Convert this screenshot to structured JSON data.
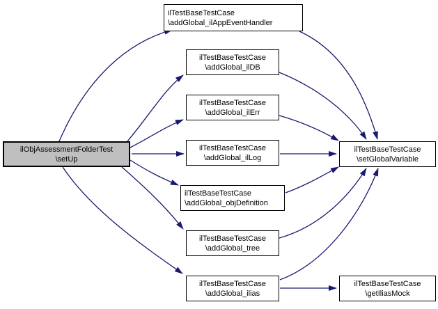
{
  "diagram": {
    "type": "call-graph",
    "colors": {
      "background": "#ffffff",
      "edge": "#191970",
      "node_fill": "#ffffff",
      "node_border": "#000000",
      "highlight_fill": "#bfbfbf",
      "text": "#000000"
    },
    "nodes": [
      {
        "id": "setUp",
        "line1": "ilObjAssessmentFolderTest",
        "line2": "\\setUp",
        "highlighted": true
      },
      {
        "id": "addGlobal_ilAppEventHandler",
        "line1": "ilTestBaseTestCase",
        "line2": "\\addGlobal_ilAppEventHandler",
        "highlighted": false
      },
      {
        "id": "addGlobal_ilDB",
        "line1": "ilTestBaseTestCase",
        "line2": "\\addGlobal_ilDB",
        "highlighted": false
      },
      {
        "id": "addGlobal_ilErr",
        "line1": "ilTestBaseTestCase",
        "line2": "\\addGlobal_ilErr",
        "highlighted": false
      },
      {
        "id": "addGlobal_ilLog",
        "line1": "ilTestBaseTestCase",
        "line2": "\\addGlobal_ilLog",
        "highlighted": false
      },
      {
        "id": "addGlobal_objDefinition",
        "line1": "ilTestBaseTestCase",
        "line2": "\\addGlobal_objDefinition",
        "highlighted": false
      },
      {
        "id": "addGlobal_tree",
        "line1": "ilTestBaseTestCase",
        "line2": "\\addGlobal_tree",
        "highlighted": false
      },
      {
        "id": "addGlobal_ilias",
        "line1": "ilTestBaseTestCase",
        "line2": "\\addGlobal_ilias",
        "highlighted": false
      },
      {
        "id": "setGlobalVariable",
        "line1": "ilTestBaseTestCase",
        "line2": "\\setGlobalVariable",
        "highlighted": false
      },
      {
        "id": "getIliasMock",
        "line1": "ilTestBaseTestCase",
        "line2": "\\getIliasMock",
        "highlighted": false
      }
    ],
    "edges": [
      {
        "from": "setUp",
        "to": "addGlobal_ilAppEventHandler"
      },
      {
        "from": "setUp",
        "to": "addGlobal_ilDB"
      },
      {
        "from": "setUp",
        "to": "addGlobal_ilErr"
      },
      {
        "from": "setUp",
        "to": "addGlobal_ilLog"
      },
      {
        "from": "setUp",
        "to": "addGlobal_objDefinition"
      },
      {
        "from": "setUp",
        "to": "addGlobal_tree"
      },
      {
        "from": "setUp",
        "to": "addGlobal_ilias"
      },
      {
        "from": "addGlobal_ilAppEventHandler",
        "to": "setGlobalVariable"
      },
      {
        "from": "addGlobal_ilDB",
        "to": "setGlobalVariable"
      },
      {
        "from": "addGlobal_ilErr",
        "to": "setGlobalVariable"
      },
      {
        "from": "addGlobal_ilLog",
        "to": "setGlobalVariable"
      },
      {
        "from": "addGlobal_objDefinition",
        "to": "setGlobalVariable"
      },
      {
        "from": "addGlobal_tree",
        "to": "setGlobalVariable"
      },
      {
        "from": "addGlobal_ilias",
        "to": "setGlobalVariable"
      },
      {
        "from": "addGlobal_ilias",
        "to": "getIliasMock"
      }
    ]
  }
}
